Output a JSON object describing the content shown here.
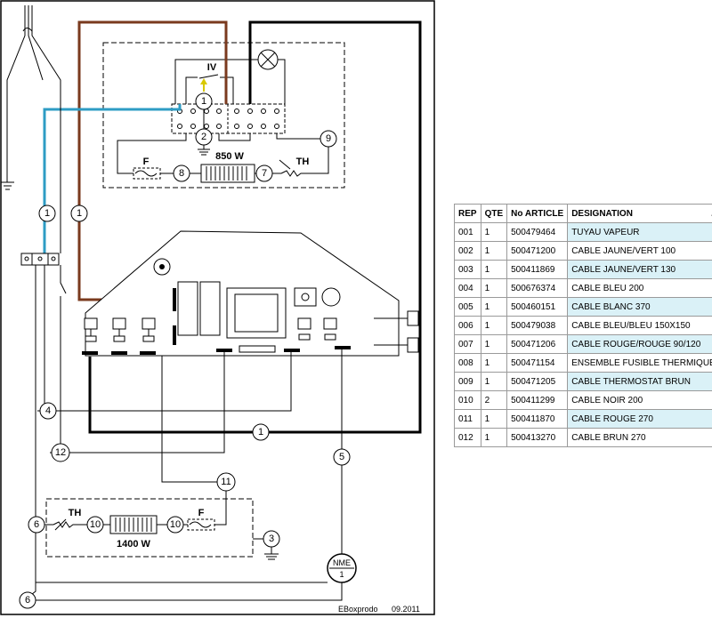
{
  "diagram": {
    "component_labels": {
      "iv": "IV",
      "f_top": "F",
      "th_top": "TH",
      "heater_top": "850 W",
      "th_bottom": "TH",
      "f_bottom": "F",
      "heater_bottom": "1400 W",
      "nme": "NME"
    },
    "wire_numbers": {
      "n1_left_blue": "1",
      "n1_brown": "1",
      "n1_top_comp": "1",
      "n2": "2",
      "n9": "9",
      "n8": "8",
      "n7": "7",
      "n4": "4",
      "n1_black": "1",
      "n12": "12",
      "n5": "5",
      "n11": "11",
      "n6_upper": "6",
      "n10_left": "10",
      "n10_right": "10",
      "n3": "3",
      "nme_1": "1",
      "n6_lower": "6"
    },
    "credit": "EBoxprodo",
    "date": "09.2011",
    "colors": {
      "brown": "#7a3a1e",
      "blue": "#2e9cc4",
      "black": "#000000"
    }
  },
  "parts_table": {
    "headers": {
      "rep": "REP",
      "qte": "QTE",
      "article": "No ARTICLE",
      "designation": "DESIGNATION",
      "dot": "."
    },
    "rows": [
      {
        "rep": "001",
        "qte": "1",
        "article": "500479464",
        "designation": "TUYAU VAPEUR"
      },
      {
        "rep": "002",
        "qte": "1",
        "article": "500471200",
        "designation": "CABLE JAUNE/VERT 100"
      },
      {
        "rep": "003",
        "qte": "1",
        "article": "500411869",
        "designation": "CABLE JAUNE/VERT 130"
      },
      {
        "rep": "004",
        "qte": "1",
        "article": "500676374",
        "designation": "CABLE BLEU 200"
      },
      {
        "rep": "005",
        "qte": "1",
        "article": "500460151",
        "designation": "CABLE BLANC 370"
      },
      {
        "rep": "006",
        "qte": "1",
        "article": "500479038",
        "designation": "CABLE BLEU/BLEU 150X150"
      },
      {
        "rep": "007",
        "qte": "1",
        "article": "500471206",
        "designation": "CABLE ROUGE/ROUGE 90/120"
      },
      {
        "rep": "008",
        "qte": "1",
        "article": "500471154",
        "designation": "ENSEMBLE FUSIBLE THERMIQUE"
      },
      {
        "rep": "009",
        "qte": "1",
        "article": "500471205",
        "designation": "CABLE THERMOSTAT BRUN"
      },
      {
        "rep": "010",
        "qte": "2",
        "article": "500411299",
        "designation": "CABLE NOIR 200"
      },
      {
        "rep": "011",
        "qte": "1",
        "article": "500411870",
        "designation": "CABLE ROUGE 270"
      },
      {
        "rep": "012",
        "qte": "1",
        "article": "500413270",
        "designation": "CABLE BRUN 270"
      }
    ]
  }
}
